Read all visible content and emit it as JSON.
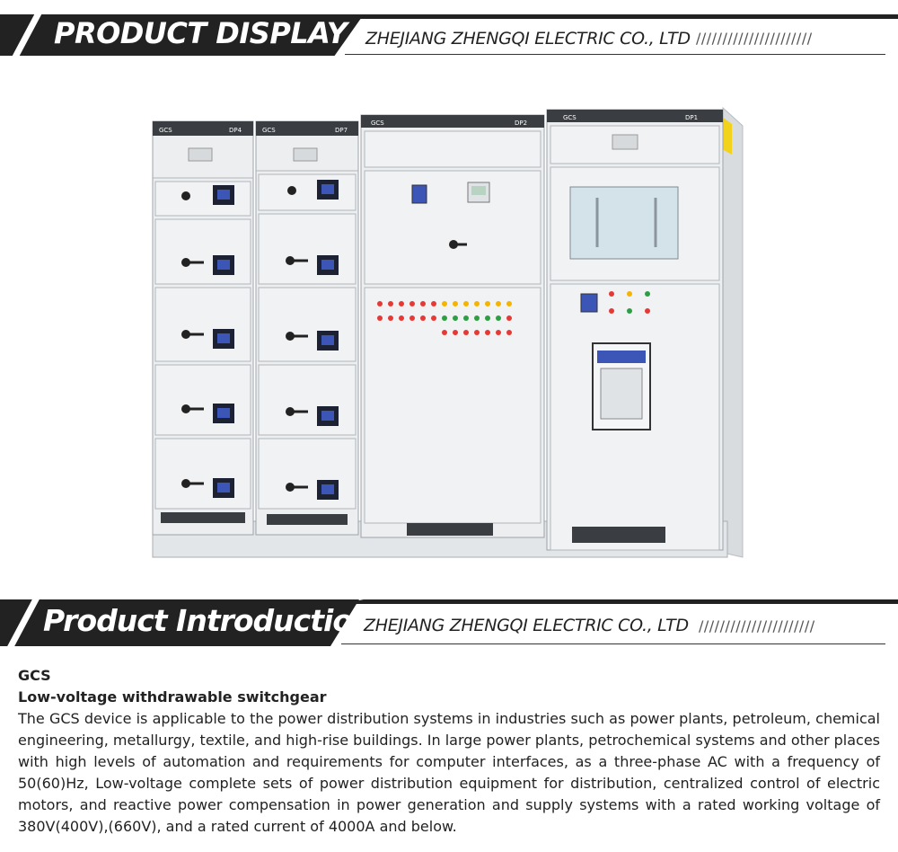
{
  "display_banner": {
    "title": "PRODUCT DISPLAY",
    "company": "ZHEJIANG ZHENGQI ELECTRIC CO., LTD",
    "slashes": "//////////////////////"
  },
  "intro_banner": {
    "title": "Product Introduction",
    "company": "ZHEJIANG ZHENGQI ELECTRIC CO., LTD",
    "slashes": "//////////////////////"
  },
  "product_image": {
    "panel_labels": [
      "GCS",
      "DP4",
      "GCS",
      "DP7",
      "GCS",
      "DP2",
      "GCS",
      "DP1"
    ]
  },
  "intro": {
    "model": "GCS",
    "subtitle": "Low-voltage withdrawable switchgear",
    "body": "The GCS device is applicable to the power distribution systems in industries such as power plants, petroleum, chemical engineering, metallurgy, textile, and high-rise buildings. In large power plants, petrochemical systems and other places with high levels of automation and requirements for computer interfaces, as a three-phase AC with a frequency of 50(60)Hz, Low-voltage complete sets of power distribution equipment for distribution, centralized control of electric motors, and reactive power compensation in power generation and supply systems with a rated working voltage of 380V(400V),(660V), and a rated current of 4000A and below."
  },
  "colors": {
    "banner_dark": "#222222",
    "cabinet": "#eceef0",
    "red_lamp": "#e53935",
    "yellow_lamp": "#f4b400",
    "green_lamp": "#2e9e44"
  }
}
